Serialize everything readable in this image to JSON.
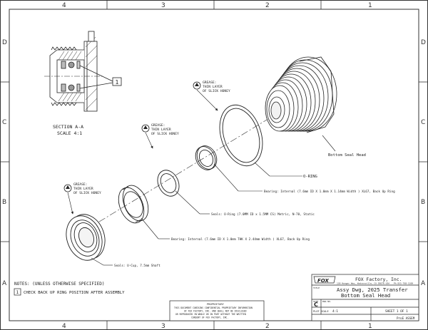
{
  "border": {
    "columns": [
      "4",
      "3",
      "2",
      "1"
    ],
    "rows": [
      "D",
      "C",
      "B",
      "A"
    ]
  },
  "section_view": {
    "title": "SECTION A-A",
    "scale": "SCALE 4:1",
    "flag": "1"
  },
  "grease_notes": [
    {
      "line1": "GREASE:",
      "line2": "THIN LAYER",
      "line3": "OF SLICK HONEY"
    },
    {
      "line1": "GREASE:",
      "line2": "THIN LAYER",
      "line3": "OF SLICK HONEY"
    },
    {
      "line1": "GREASE:",
      "line2": "THIN LAYER",
      "line3": "OF SLICK HONEY"
    }
  ],
  "callouts": {
    "bottom_seal_head": "Bottom Seal Head",
    "o_ring": "O-RING",
    "bearing_backup_1": "Bearing: Internal (7.6mm ID X 1.0mm X 1.14mm Width ) XL67, Back Up Ring",
    "seals_o_ring": "Seals: O-Ring (7.0MM ID x 1.5MM CS) Metric, N-70, Static",
    "bearing_backup_2": "Bearing: Internal (7.6mm ID X 1.0mm THK X 2.44mm Width ) XL67, Back Up Ring",
    "seals_u_cup": "Seals: U-Cup, 7.5mm Shaft"
  },
  "notes": {
    "heading": "NOTES: (UNLESS OTHERWISE SPECIFIED)",
    "item_flag": "1",
    "item_text": "CHECK BACK UP RING POSITION AFTER ASSEMBLY"
  },
  "proprietary": {
    "heading": "PROPRIETARY",
    "text_lines": [
      "THIS DOCUMENT CONTAINS CONFIDENTIAL PROPRIETARY INFORMATION",
      "OF FOX FACTORY, INC. AND SHALL NOT BE DISCLOSED",
      "OR REPRODUCED IN WHOLE OR IN PART WITHOUT THE WRITTEN",
      "CONSENT OF FOX FACTORY, INC."
    ]
  },
  "title_block": {
    "logo": "FOX",
    "company": "FOX Factory, Inc.",
    "address": "130 Hangar Way, Watsonville, CA 95076 USA",
    "phone": "Ph 831-768-1100",
    "title_label": "TITLE",
    "title_line1": "Assy Dwg, 2025 Transfer",
    "title_line2": "Bottom Seal Head",
    "size_label": "SIZE",
    "size": "C",
    "dwg_no_label": "DWG NO.",
    "plot_scale_label": "PLOT SCALE",
    "plot_scale": "4:1",
    "sheet": "SHEET 1 OF 1",
    "software": "ProE ASSEM"
  }
}
